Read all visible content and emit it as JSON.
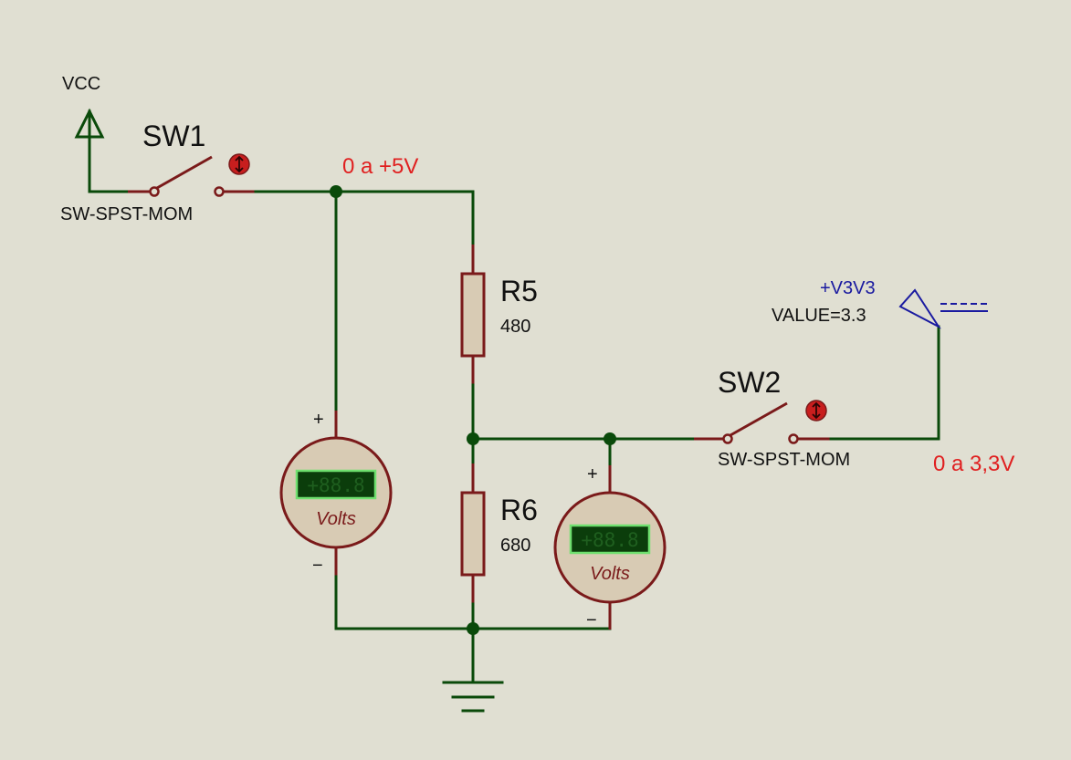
{
  "schematic": {
    "vcc_label": "VCC",
    "sw1": {
      "ref": "SW1",
      "type": "SW-SPST-MOM"
    },
    "sw2": {
      "ref": "SW2",
      "type": "SW-SPST-MOM"
    },
    "r5": {
      "ref": "R5",
      "value": "480"
    },
    "r6": {
      "ref": "R6",
      "value": "680"
    },
    "net_5v_label": "0 a +5V",
    "net_3v3_label": "0 a 3,3V",
    "power_rail": {
      "name": "+V3V3",
      "value": "VALUE=3.3"
    },
    "voltmeter_1": {
      "display": "+88.8",
      "unit": "Volts",
      "plus": "+",
      "minus": "−"
    },
    "voltmeter_2": {
      "display": "+88.8",
      "unit": "Volts",
      "plus": "+",
      "minus": "−"
    }
  },
  "colors": {
    "background": "#e0dfd2",
    "wire": "#0a4a0a",
    "component": "#7a1a1a",
    "net_label": "#e02020",
    "power_label": "#1a1aa0"
  }
}
